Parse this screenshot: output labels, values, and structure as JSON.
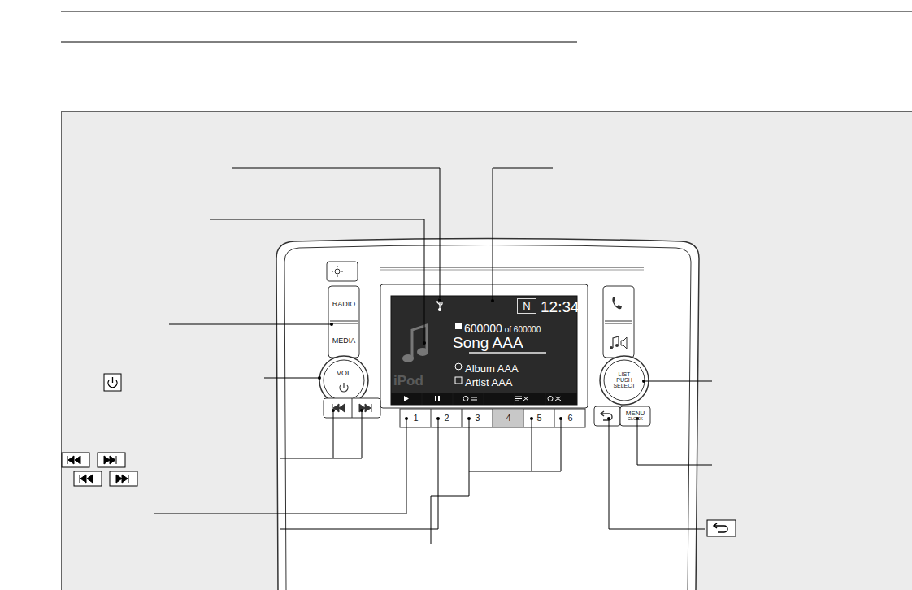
{
  "diagram": {
    "nodes": [
      {
        "text": [
          "iPod",
          "600000",
          "of 600000",
          "Song AAA",
          "Album AAA",
          "Artist AAA",
          "12:34"
        ]
      },
      {
        "text": [
          "N"
        ],
        "in": 0
      },
      {
        "text": [
          "RADIO"
        ]
      },
      {
        "text": [
          "MEDIA"
        ]
      },
      {
        "text": [
          "VOL"
        ]
      },
      {
        "text": [
          "LIST",
          "PUSH",
          "SELECT"
        ]
      },
      {
        "text": [
          "MENU",
          "CLOCK"
        ]
      },
      {
        "text": [
          "1"
        ]
      },
      {
        "text": [
          "2"
        ]
      },
      {
        "text": [
          "3"
        ]
      },
      {
        "text": [
          "4"
        ]
      },
      {
        "text": [
          "5"
        ]
      },
      {
        "text": [
          "6"
        ]
      }
    ]
  }
}
